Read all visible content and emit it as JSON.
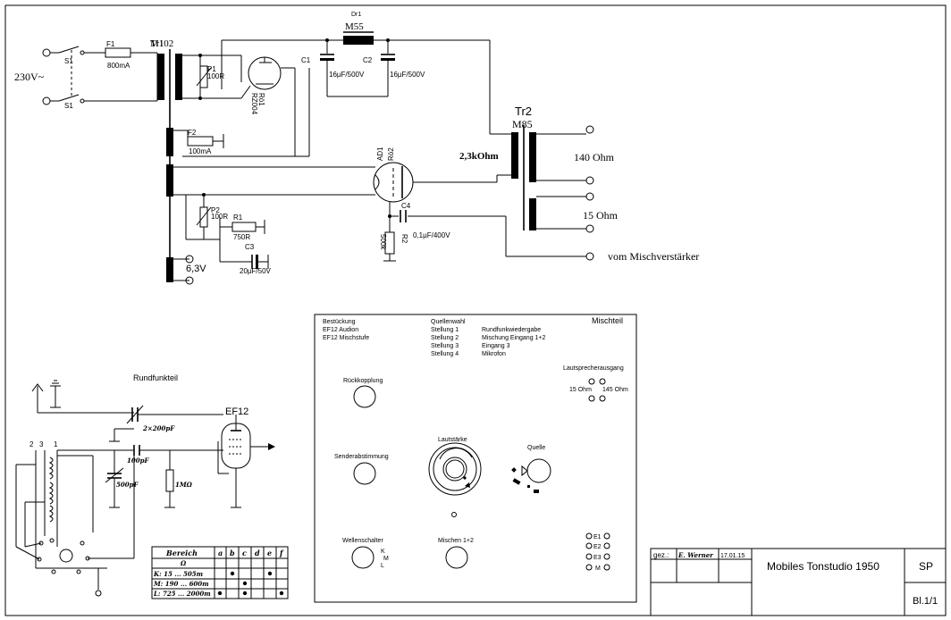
{
  "main_circuit": {
    "mains_label": "230V~",
    "switch_label_top": "S1",
    "switch_label_bottom": "S1",
    "fuse1": {
      "name": "F1",
      "rating": "800mA"
    },
    "transformer1": {
      "name": "Tr1",
      "model": "M102"
    },
    "pot1": {
      "name": "P1",
      "value": "100R"
    },
    "rectifier": {
      "name": "Rö1",
      "type": "RZ004"
    },
    "choke": {
      "name": "Dr1",
      "model": "M55"
    },
    "cap1": {
      "name": "C1",
      "value": "16µF/500V"
    },
    "cap2": {
      "name": "C2",
      "value": "16µF/500V"
    },
    "fuse2": {
      "name": "F2",
      "rating": "100mA"
    },
    "tube": {
      "name": "AD1",
      "ref": "Rö2"
    },
    "pot2": {
      "name": "P2",
      "value": "100R"
    },
    "res1": {
      "name": "R1",
      "value": "750R"
    },
    "cap3": {
      "name": "C3",
      "value": "20µF/50V"
    },
    "heater_label": "6,3V",
    "cap4": {
      "name": "C4",
      "value": "0,1µF/400V"
    },
    "res2": {
      "name": "R2",
      "value": "500k"
    },
    "output_transformer": {
      "name": "Tr2",
      "model": "M85",
      "impedance": "2,3kOhm"
    },
    "out_140": "140 Ohm",
    "out_15": "15 Ohm",
    "input_label": "vom Mischverstärker"
  },
  "radio_section": {
    "title": "Rundfunkteil",
    "tube": "EF12",
    "cap_var1": "2×200pF",
    "cap_100": "100pF",
    "cap_500": "500pF",
    "res_1m": "1MΩ",
    "coil_numbers": [
      "2",
      "3",
      "1"
    ],
    "band_table": {
      "header": [
        "Bereich",
        "a",
        "b",
        "c",
        "d",
        "e",
        "f"
      ],
      "subheader": "Ω",
      "rows": [
        {
          "band": "K: 15 ... 505m",
          "dots": [
            false,
            true,
            false,
            false,
            true,
            false
          ]
        },
        {
          "band": "M: 190 ... 600m",
          "dots": [
            false,
            false,
            true,
            false,
            false,
            false
          ]
        },
        {
          "band": "L: 725 ... 2000m",
          "dots": [
            true,
            false,
            true,
            false,
            false,
            true
          ]
        }
      ]
    }
  },
  "panel": {
    "title": "Mischteil",
    "bestueckung_title": "Bestückung",
    "bestueckung": [
      "EF12 Audion",
      "EF12 Mischstufe"
    ],
    "quellenwahl_title": "Quellenwahl",
    "positions": [
      {
        "pos": "Stellung 1",
        "desc": "Rundfunkwiedergabe"
      },
      {
        "pos": "Stellung 2",
        "desc": "Mischung Eingang 1+2"
      },
      {
        "pos": "Stellung 3",
        "desc": "Eingang 3"
      },
      {
        "pos": "Stellung 4",
        "desc": "Mikrofon"
      }
    ],
    "speaker_out_label": "Lautsprecherausgang",
    "speaker_15": "15 Ohm",
    "speaker_145": "145 Ohm",
    "knob_rueckkopplung": "Rückkopplung",
    "knob_senderabstimmung": "Senderabstimmung",
    "knob_lautstaerke": "Lautstärke",
    "knob_quelle": "Quelle",
    "knob_wellenschalter": "Wellenschalter",
    "wellen_positions": [
      "K",
      "M",
      "L"
    ],
    "knob_mischen": "Mischen 1+2",
    "inputs": [
      "E1",
      "E2",
      "E3",
      "M"
    ]
  },
  "title_block": {
    "gez_label": "gez.:",
    "signature": "E. Werner",
    "date": "17.01.15",
    "title": "Mobiles Tonstudio 1950",
    "code": "SP",
    "sheet": "Bl.1/1"
  }
}
